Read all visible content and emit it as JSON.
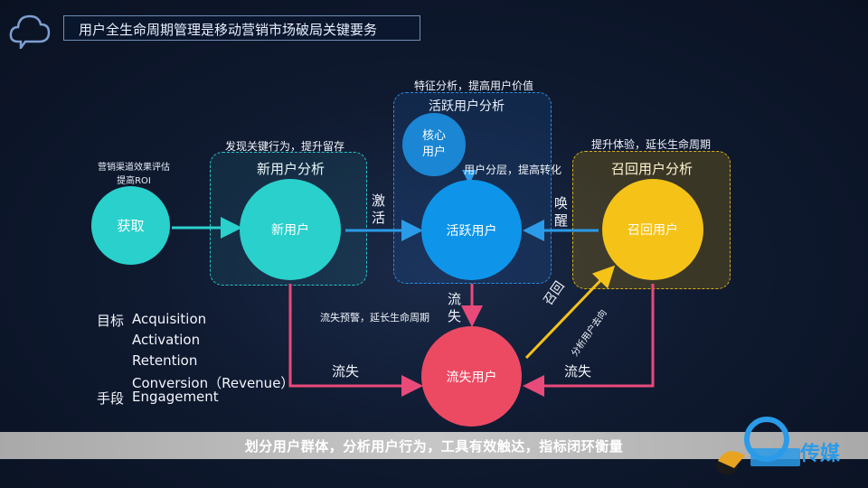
{
  "title": "用户全生命周期管理是移动营销市场破局关键要务",
  "acquire": {
    "note_line1": "营销渠道效果评估",
    "note_line2": "提高ROI",
    "label": "获取"
  },
  "new_user": {
    "top_note": "发现关键行为，提升留存",
    "panel_title": "新用户分析",
    "label": "新用户"
  },
  "active": {
    "top_note": "特征分析，提高用户价值",
    "panel_title": "活跃用户分析",
    "core_line1": "核心",
    "core_line2": "用户",
    "segment_note": "用户分层，提高转化",
    "label": "活跃用户"
  },
  "recall": {
    "top_note": "提升体验，延长生命周期",
    "panel_title": "召回用户分析",
    "label": "召回用户"
  },
  "churn": {
    "label": "流失用户",
    "warn_note": "流失预警，延长生命周期"
  },
  "flows": {
    "activate_1": "激",
    "activate_2": "活",
    "wake_1": "唤",
    "wake_2": "醒",
    "churn_v_1": "流",
    "churn_v_2": "失",
    "churn_left": "流失",
    "churn_right": "流失",
    "recall_diag": "召回",
    "recall_analysis": "分析用户去向"
  },
  "legend": {
    "goal": "目标",
    "means": "手段",
    "items": [
      "Acquisition",
      "Activation",
      "Retention",
      "Conversion（Revenue）",
      "Engagement"
    ]
  },
  "footer": "划分用户群体，分析用户行为，工具有效触达，指标闭环衡量",
  "colors": {
    "teal": "#2ad0cc",
    "blue": "#1a8fe0",
    "yellow": "#f5c218",
    "red": "#e84a64",
    "pink_line": "#e84a7a",
    "blue_line": "#2a9be8"
  },
  "logo": {
    "text": "传媒"
  }
}
